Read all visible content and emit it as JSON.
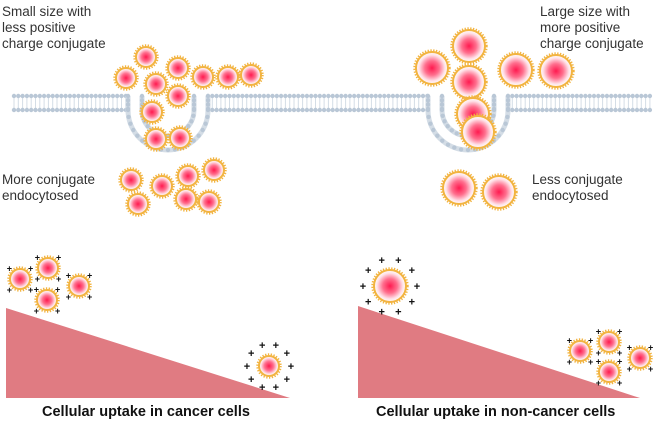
{
  "labels": {
    "small_size": [
      "Small size with",
      "less positive",
      "charge conjugate"
    ],
    "large_size": [
      "Large size with",
      "more positive",
      "charge conjugate"
    ],
    "more_endocytosed": [
      "More conjugate",
      "endocytosed"
    ],
    "less_endocytosed": [
      "Less conjugate",
      "endocytosed"
    ]
  },
  "captions": {
    "cancer": "Cellular uptake in cancer cells",
    "non_cancer": "Cellular uptake in non-cancer cells"
  },
  "charge_symbol": "+",
  "colors": {
    "particle_core": "#ff2a5c",
    "particle_ring": "#f2b441",
    "membrane_head": "#b9c7d6",
    "membrane_tail": "#d4dde6",
    "slope": "#e07b82",
    "text": "#333333"
  }
}
